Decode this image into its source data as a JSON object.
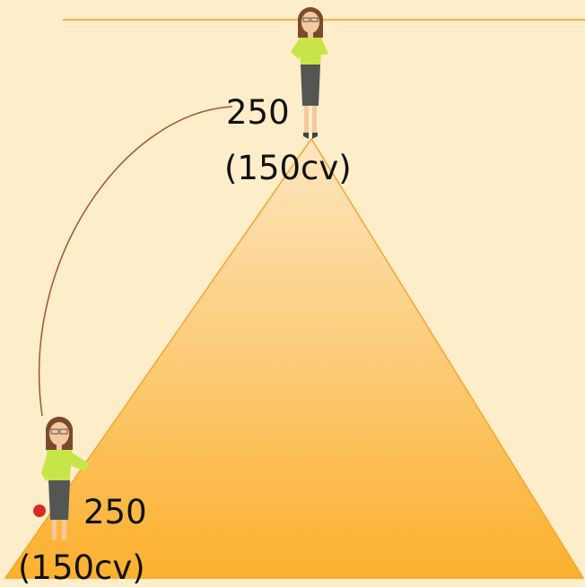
{
  "colors": {
    "background": "#fdedc9",
    "top_line": "#f3b14a",
    "pyramid_top": "#fde6c1",
    "pyramid_bottom": "#fcb02e",
    "pyramid_edge": "#f2a62e",
    "arc": "#a0522d",
    "figure_top": "#c7e548",
    "figure_skirt": "#555555",
    "figure_hair": "#7a4a2a",
    "figure_skin": "#f3c99e",
    "apple": "#d72b22"
  },
  "top_node": {
    "value": "250",
    "cv": "(150cv)"
  },
  "bottom_node": {
    "value": "250",
    "cv": "(150cv)"
  }
}
